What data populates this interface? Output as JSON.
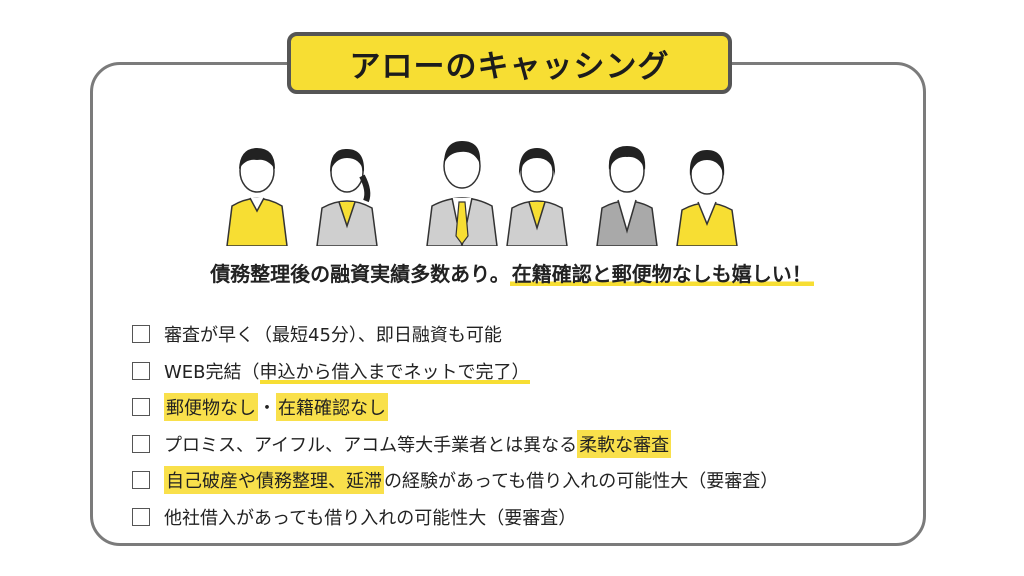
{
  "title": "アローのキャッシング",
  "headline": {
    "text1": "債務整理後の融資実績多数あり。",
    "text2": "在籍確認と郵便物なしも嬉しい！"
  },
  "items": [
    {
      "text": "審査が早く（最短45分）、即日融資も可能"
    },
    {
      "pre": "WEB完結（",
      "under": "申込から借入までネットで完了）"
    },
    {
      "hl1": "郵便物なし",
      "mid": "・",
      "hl2": "在籍確認なし"
    },
    {
      "pre": "プロミス、アイフル、アコム等大手業者とは異なる",
      "hl": "柔軟な審査"
    },
    {
      "hl": "自己破産や債務整理、延滞",
      "post": "の経験があっても借り入れの可能性大（要審査）"
    },
    {
      "text": "他社借入があっても借り入れの可能性大（要審査）"
    }
  ],
  "colors": {
    "accent": "#f7de33",
    "border": "#7b7b7b",
    "suit": "#cfcfcf"
  }
}
